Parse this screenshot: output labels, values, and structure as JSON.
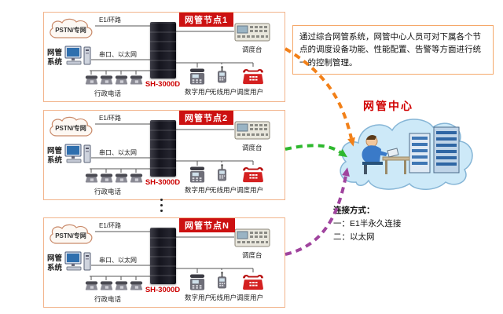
{
  "nodes": [
    {
      "title": "网管节点1",
      "pstn_label": "PSTN/专网",
      "e1_label": "E1/环路",
      "nms_label": "网管系统",
      "serial_label": "串口、以太网",
      "cabinet_label": "SH-3000D",
      "admin_phone_label": "行政电话",
      "console_label": "调度台",
      "user_labels": [
        "数字用户",
        "无线用户",
        "调度用户"
      ]
    },
    {
      "title": "网管节点2",
      "pstn_label": "PSTN/专网",
      "e1_label": "E1/环路",
      "nms_label": "网管系统",
      "serial_label": "串口、以太网",
      "cabinet_label": "SH-3000D",
      "admin_phone_label": "行政电话",
      "console_label": "调度台",
      "user_labels": [
        "数字用户",
        "无线用户",
        "调度用户"
      ]
    },
    {
      "title": "网管节点N",
      "pstn_label": "PSTN/专网",
      "e1_label": "E1/环路",
      "nms_label": "网管系统",
      "serial_label": "串口、以太网",
      "cabinet_label": "SH-3000D",
      "admin_phone_label": "行政电话",
      "console_label": "调度台",
      "user_labels": [
        "数字用户",
        "无线用户",
        "调度用户"
      ]
    }
  ],
  "info_box": {
    "text": "通过综合网管系统，网管中心人员可对下属各个节点的调度设备功能、性能配置、告警等方面进行统一的控制管理。"
  },
  "center": {
    "label": "网管中心"
  },
  "connection": {
    "heading": "连接方式：",
    "item1": "一：E1半永久连接",
    "item2": "二：以太网"
  },
  "colors": {
    "node_title_bg": "#cc1111",
    "accent_red": "#d00000",
    "arrow_node1": "#f28018",
    "arrow_node2": "#2eb82e",
    "arrow_nodeN": "#a0449e",
    "cloud_fill": "#cde9f8",
    "node_border": "#f2b48c"
  }
}
